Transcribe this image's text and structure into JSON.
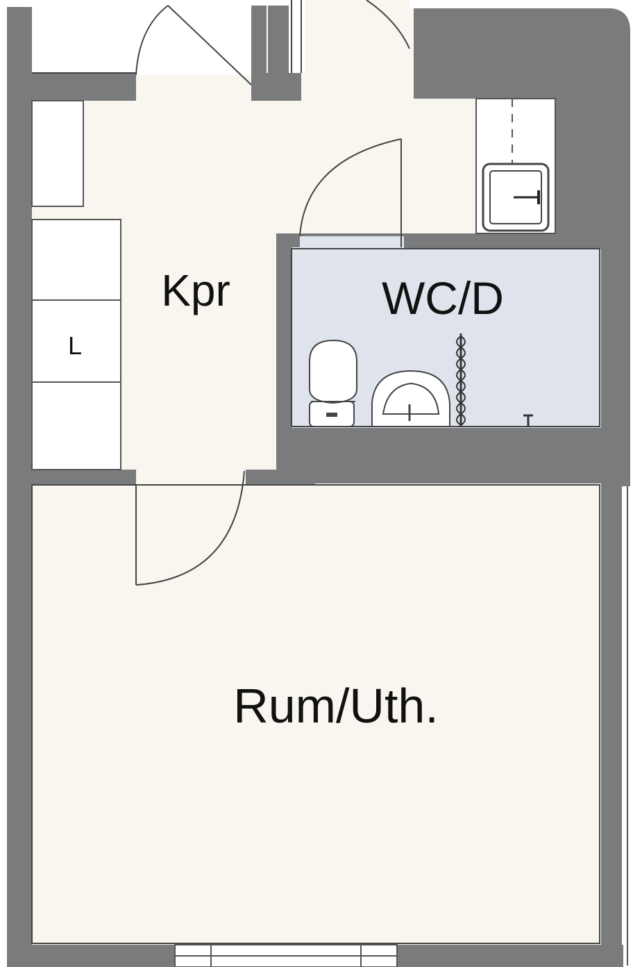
{
  "labels": {
    "hall": "Kpr",
    "wc_shower": "WC/D",
    "storage": "L",
    "room": "Rum/Uth."
  },
  "colors": {
    "wall": "#7a7b7d",
    "floor": "#f8f6ee",
    "wet_room": "#dfe3ec",
    "fixture": "#ffffff",
    "line": "#444444"
  }
}
